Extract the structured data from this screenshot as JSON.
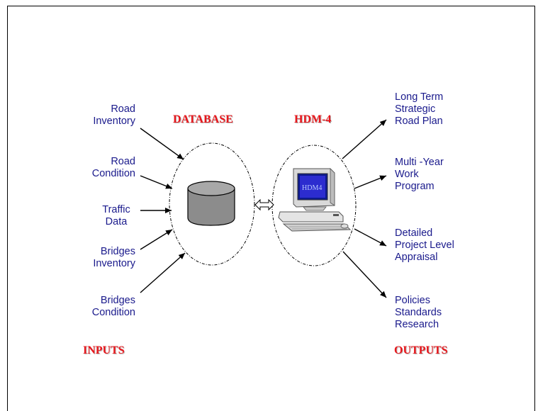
{
  "headers": {
    "database": "DATABASE",
    "hdm4": "HDM-4",
    "inputs": "INPUTS",
    "outputs": "OUTPUTS"
  },
  "inputs": [
    {
      "line1": "Road",
      "line2": "Inventory"
    },
    {
      "line1": "Road",
      "line2": "Condition"
    },
    {
      "line1": "Traffic",
      "line2": "Data"
    },
    {
      "line1": "Bridges",
      "line2": "Inventory"
    },
    {
      "line1": "Bridges",
      "line2": "Condition"
    }
  ],
  "outputs": [
    {
      "line1": "Long Term",
      "line2": "Strategic",
      "line3": "Road Plan"
    },
    {
      "line1": "Multi -Year",
      "line2": "Work",
      "line3": "Program"
    },
    {
      "line1": "Detailed",
      "line2": "Project Level",
      "line3": "Appraisal"
    },
    {
      "line1": "Policies",
      "line2": "Standards",
      "line3": "Research"
    }
  ],
  "screen_label": "HDM4",
  "colors": {
    "label_text": "#1a1a8c",
    "header_red": "#e8171c"
  },
  "icons": {
    "database": "database-cylinder-icon",
    "computer": "computer-workstation-icon"
  }
}
